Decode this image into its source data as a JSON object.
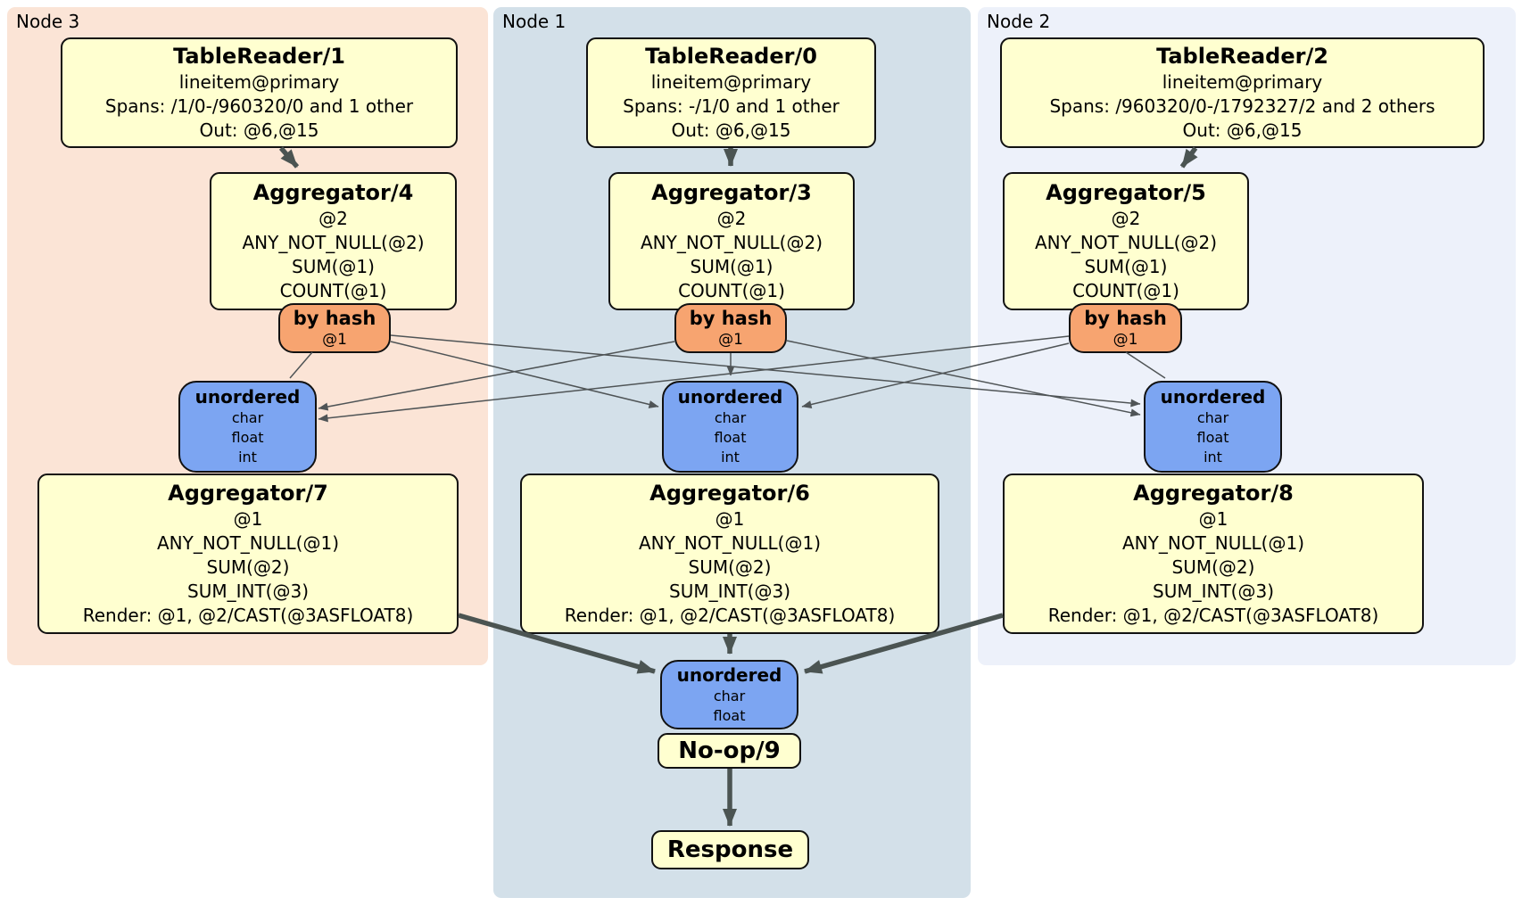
{
  "colors": {
    "region_node3_fill": "#fbe4d6",
    "region_node1_fill": "#d3e0e9",
    "region_node2_fill": "#edf1fa",
    "processor_fill": "#ffffd0",
    "router_fill": "#f7a470",
    "sync_fill": "#7ca5f2",
    "edge_color": "#4b5452"
  },
  "regions": {
    "node3": {
      "label": "Node 3"
    },
    "node1": {
      "label": "Node 1"
    },
    "node2": {
      "label": "Node 2"
    }
  },
  "processors": {
    "tr1": {
      "title": "TableReader/1",
      "lines": [
        "lineitem@primary",
        "Spans: /1/0-/960320/0 and 1 other",
        "Out: @6,@15"
      ]
    },
    "tr0": {
      "title": "TableReader/0",
      "lines": [
        "lineitem@primary",
        "Spans: -/1/0 and 1 other",
        "Out: @6,@15"
      ]
    },
    "tr2": {
      "title": "TableReader/2",
      "lines": [
        "lineitem@primary",
        "Spans: /960320/0-/1792327/2 and 2 others",
        "Out: @6,@15"
      ]
    },
    "agg4": {
      "title": "Aggregator/4",
      "lines": [
        "@2",
        "ANY_NOT_NULL(@2)",
        "SUM(@1)",
        "COUNT(@1)"
      ]
    },
    "agg3": {
      "title": "Aggregator/3",
      "lines": [
        "@2",
        "ANY_NOT_NULL(@2)",
        "SUM(@1)",
        "COUNT(@1)"
      ]
    },
    "agg5": {
      "title": "Aggregator/5",
      "lines": [
        "@2",
        "ANY_NOT_NULL(@2)",
        "SUM(@1)",
        "COUNT(@1)"
      ]
    },
    "agg7": {
      "title": "Aggregator/7",
      "lines": [
        "@1",
        "ANY_NOT_NULL(@1)",
        "SUM(@2)",
        "SUM_INT(@3)",
        "Render: @1, @2/CAST(@3ASFLOAT8)"
      ]
    },
    "agg6": {
      "title": "Aggregator/6",
      "lines": [
        "@1",
        "ANY_NOT_NULL(@1)",
        "SUM(@2)",
        "SUM_INT(@3)",
        "Render: @1, @2/CAST(@3ASFLOAT8)"
      ]
    },
    "agg8": {
      "title": "Aggregator/8",
      "lines": [
        "@1",
        "ANY_NOT_NULL(@1)",
        "SUM(@2)",
        "SUM_INT(@3)",
        "Render: @1, @2/CAST(@3ASFLOAT8)"
      ]
    },
    "noop": {
      "title": "No-op/9"
    },
    "response": {
      "title": "Response"
    }
  },
  "routers": {
    "r3": {
      "title": "by hash",
      "lines": [
        "@1"
      ]
    },
    "r1": {
      "title": "by hash",
      "lines": [
        "@1"
      ]
    },
    "r2": {
      "title": "by hash",
      "lines": [
        "@1"
      ]
    }
  },
  "syncs": {
    "s3": {
      "title": "unordered",
      "lines": [
        "char",
        "float",
        "int"
      ]
    },
    "s1": {
      "title": "unordered",
      "lines": [
        "char",
        "float",
        "int"
      ]
    },
    "s2": {
      "title": "unordered",
      "lines": [
        "char",
        "float",
        "int"
      ]
    },
    "sfinal": {
      "title": "unordered",
      "lines": [
        "char",
        "float"
      ]
    }
  }
}
